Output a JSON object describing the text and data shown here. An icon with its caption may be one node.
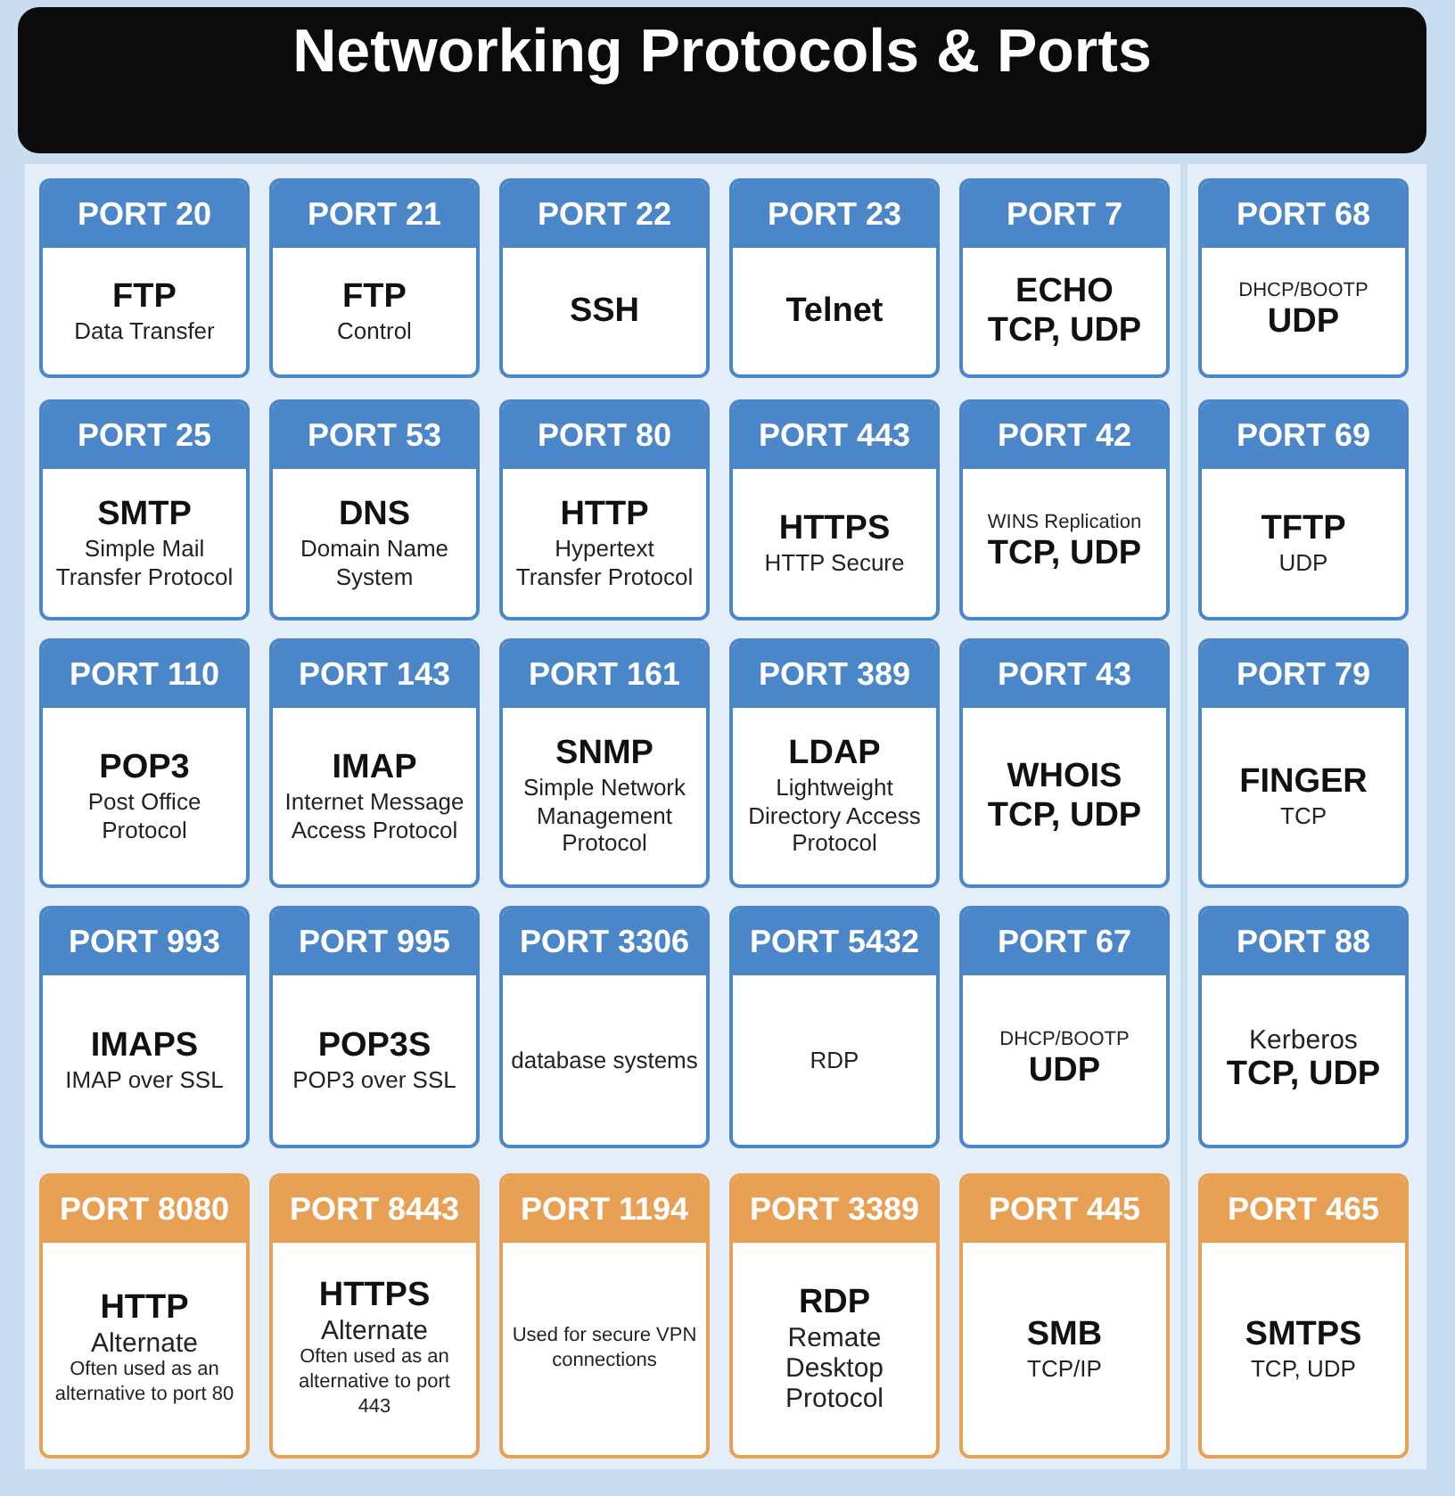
{
  "diagram": {
    "title": "Networking Protocols & Ports",
    "nodes": [
      {
        "text": [
          "PORT 20",
          "FTP",
          "Data Transfer"
        ]
      },
      {
        "text": [
          "PORT 21",
          "FTP",
          "Control"
        ]
      },
      {
        "text": [
          "PORT 22",
          "SSH"
        ]
      },
      {
        "text": [
          "PORT 23",
          "Telnet"
        ]
      },
      {
        "text": [
          "PORT 7",
          "ECHO",
          "TCP, UDP"
        ]
      },
      {
        "text": [
          "PORT 68",
          "DHCP/BOOTP",
          "UDP"
        ]
      },
      {
        "text": [
          "PORT 25",
          "SMTP",
          "Simple Mail Transfer Protocol"
        ]
      },
      {
        "text": [
          "PORT 53",
          "DNS",
          "Domain Name System"
        ]
      },
      {
        "text": [
          "PORT 80",
          "HTTP",
          "Hypertext Transfer Protocol"
        ]
      },
      {
        "text": [
          "PORT 443",
          "HTTPS",
          "HTTP Secure"
        ]
      },
      {
        "text": [
          "PORT 42",
          "WINS Replication",
          "TCP, UDP"
        ]
      },
      {
        "text": [
          "PORT 69",
          "TFTP",
          "UDP"
        ]
      },
      {
        "text": [
          "PORT 110",
          "POP3",
          "Post Office Protocol"
        ]
      },
      {
        "text": [
          "PORT 143",
          "IMAP",
          "Internet Message Access Protocol"
        ]
      },
      {
        "text": [
          "PORT 161",
          "SNMP",
          "Simple Network Management Protocol"
        ]
      },
      {
        "text": [
          "PORT 389",
          "LDAP",
          "Lightweight Directory Access Protocol"
        ]
      },
      {
        "text": [
          "PORT 43",
          "WHOIS",
          "TCP, UDP"
        ]
      },
      {
        "text": [
          "PORT 79",
          "FINGER",
          "TCP"
        ]
      },
      {
        "text": [
          "PORT 993",
          "IMAPS",
          "IMAP over SSL"
        ]
      },
      {
        "text": [
          "PORT 995",
          "POP3S",
          "POP3 over SSL"
        ]
      },
      {
        "text": [
          "PORT 3306",
          "database systems"
        ]
      },
      {
        "text": [
          "PORT 5432",
          "RDP"
        ]
      },
      {
        "text": [
          "PORT 67",
          "DHCP/BOOTP",
          "UDP"
        ]
      },
      {
        "text": [
          "PORT 88",
          "Kerberos",
          "TCP, UDP"
        ]
      },
      {
        "text": [
          "PORT 8080",
          "HTTP",
          "Alternate",
          "Often used as an alternative to port 80"
        ]
      },
      {
        "text": [
          "PORT 8443",
          "HTTPS",
          "Alternate",
          "Often used as an alternative to port 443"
        ]
      },
      {
        "text": [
          "PORT 1194",
          "Used for secure VPN connections"
        ]
      },
      {
        "text": [
          "PORT 3389",
          "RDP",
          "Remate Desktop Protocol"
        ]
      },
      {
        "text": [
          "PORT 445",
          "SMB",
          "TCP/IP"
        ]
      },
      {
        "text": [
          "PORT 465",
          "SMTPS",
          "TCP, UDP"
        ]
      }
    ]
  }
}
